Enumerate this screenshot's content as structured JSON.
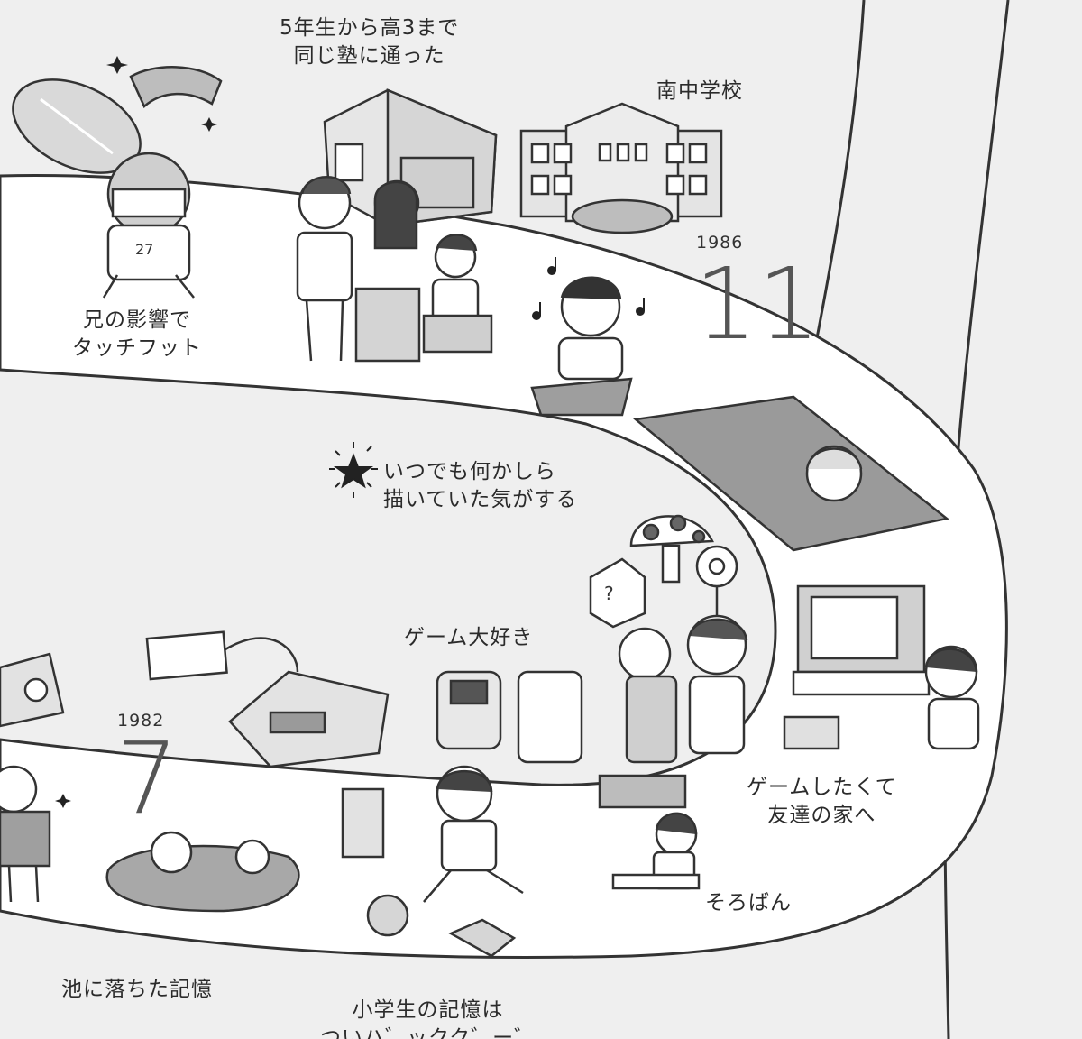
{
  "labels": {
    "cram_school": [
      "5年生から高3まで",
      "同じ塾に通った"
    ],
    "middle_school": "南中学校",
    "touch_football": [
      "兄の影響で",
      "タッチフット"
    ],
    "always_drawing": [
      "いつでも何かしら",
      "描いていた気がする"
    ],
    "love_games": "ゲーム大好き",
    "friends_house": [
      "ゲームしたくて",
      "友達の家へ"
    ],
    "abacus": "そろばん",
    "fell_in_pond": "池に落ちた記憶",
    "elementary_memory": [
      "小学生の記憶は",
      "ついハ゛ックク゛ー゛"
    ]
  },
  "timeline": {
    "age_11": {
      "year": "1986",
      "age": "11"
    },
    "age_7": {
      "year": "1982",
      "age": "7"
    }
  },
  "icons": [
    "star-burst-icon",
    "music-note-icon",
    "sparkle-icon"
  ]
}
